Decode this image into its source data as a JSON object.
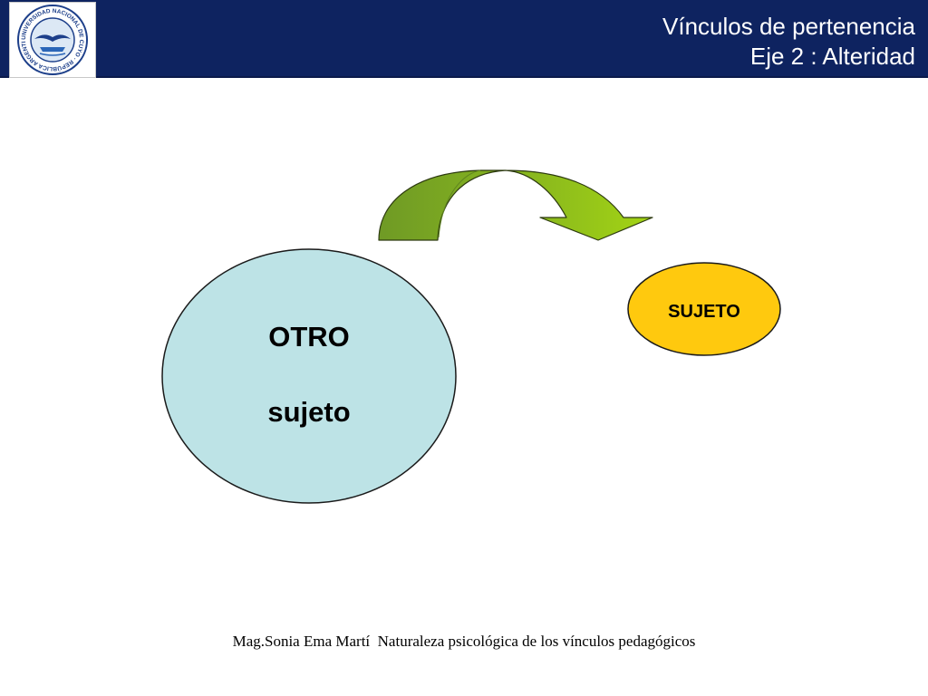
{
  "header": {
    "title_line1": "Vínculos de pertenencia",
    "title_line2": "Eje 2 : Alteridad",
    "logo_text": "UNIVERSIDAD NACIONAL DE CUYO · REPÚBLICA ARGENTINA"
  },
  "diagram": {
    "otro_node": {
      "line1": "OTRO",
      "line2": "sujeto"
    },
    "sujeto_node": {
      "label": "SUJETO"
    },
    "arrow": {
      "icon": "curved-arrow-icon"
    }
  },
  "footer": {
    "text": "Mag.Sonia Ema Martí  Naturaleza psicológica de los vínculos pedagógicos"
  },
  "colors": {
    "header_bg": "#0e2360",
    "otro_fill": "#bde3e6",
    "sujeto_fill": "#ffc90e",
    "arrow_dark": "#79a12a",
    "arrow_light": "#9fd017"
  }
}
